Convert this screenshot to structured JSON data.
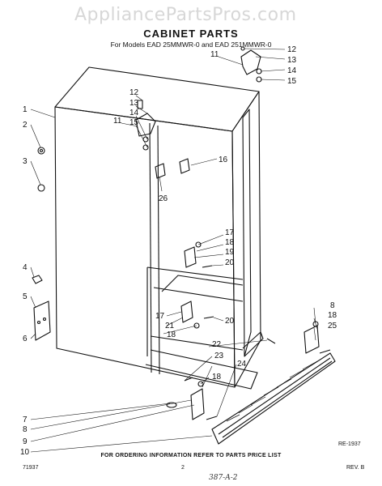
{
  "watermark": "AppliancePartsPros.com",
  "title": "CABINET PARTS",
  "subtitle": "For Models EAD 25MMWR-0 and EAD 251MMWR-0",
  "ref_code": "RE-1937",
  "footer": "FOR ORDERING INFORMATION REFER TO PARTS PRICE LIST",
  "left_code": "71937",
  "page_number": "2",
  "handwritten": "387-A-2",
  "revision": "REV. B",
  "callouts": [
    {
      "id": "c1",
      "label": "1"
    },
    {
      "id": "c2",
      "label": "2"
    },
    {
      "id": "c3",
      "label": "3"
    },
    {
      "id": "c4",
      "label": "4"
    },
    {
      "id": "c5",
      "label": "5"
    },
    {
      "id": "c6",
      "label": "6"
    },
    {
      "id": "c7",
      "label": "7"
    },
    {
      "id": "c8",
      "label": "8"
    },
    {
      "id": "c9",
      "label": "9"
    },
    {
      "id": "c10",
      "label": "10"
    },
    {
      "id": "c11a",
      "label": "11"
    },
    {
      "id": "c11b",
      "label": "11"
    },
    {
      "id": "c12a",
      "label": "12"
    },
    {
      "id": "c12b",
      "label": "12"
    },
    {
      "id": "c13a",
      "label": "13"
    },
    {
      "id": "c13b",
      "label": "13"
    },
    {
      "id": "c14a",
      "label": "14"
    },
    {
      "id": "c14b",
      "label": "14"
    },
    {
      "id": "c15a",
      "label": "15"
    },
    {
      "id": "c15b",
      "label": "15"
    },
    {
      "id": "c16",
      "label": "16"
    },
    {
      "id": "c17a",
      "label": "17"
    },
    {
      "id": "c17b",
      "label": "17"
    },
    {
      "id": "c18a",
      "label": "18"
    },
    {
      "id": "c18b",
      "label": "18"
    },
    {
      "id": "c18c",
      "label": "18"
    },
    {
      "id": "c18d",
      "label": "18"
    },
    {
      "id": "c19",
      "label": "19"
    },
    {
      "id": "c20a",
      "label": "20"
    },
    {
      "id": "c20b",
      "label": "20"
    },
    {
      "id": "c21",
      "label": "21"
    },
    {
      "id": "c22",
      "label": "22"
    },
    {
      "id": "c23",
      "label": "23"
    },
    {
      "id": "c24",
      "label": "24"
    },
    {
      "id": "c25",
      "label": "25"
    },
    {
      "id": "c26",
      "label": "26"
    },
    {
      "id": "c8b",
      "label": "8"
    }
  ]
}
